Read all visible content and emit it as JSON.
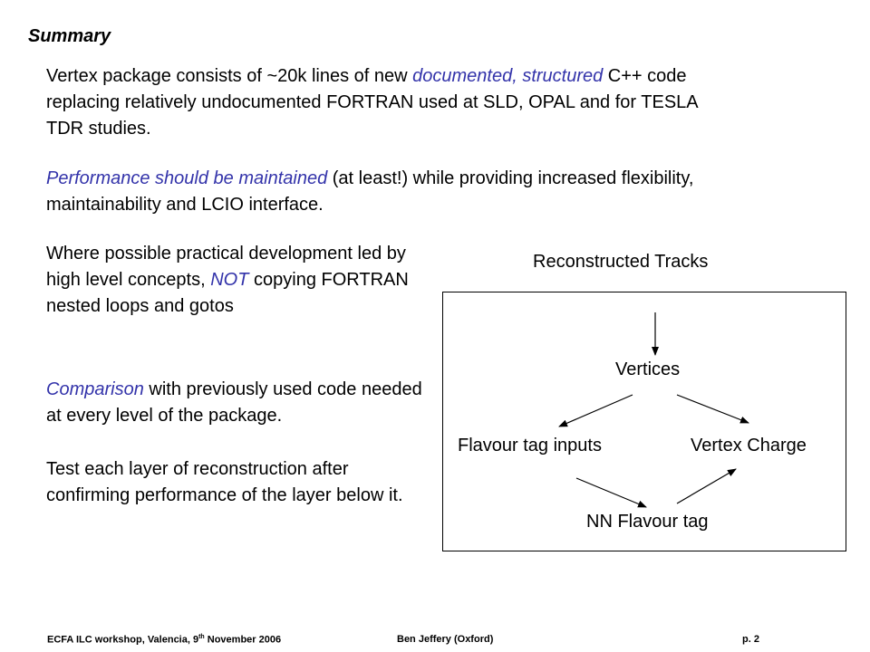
{
  "slide": {
    "title": "Summary",
    "paragraphs": {
      "p1": {
        "a": "Vertex package consists of ~20k lines of new ",
        "hl": "documented, structured",
        "b": " C++ code replacing relatively undocumented FORTRAN used at SLD, OPAL and for TESLA TDR studies."
      },
      "p2": {
        "hl": "Performance should be maintained",
        "b": " (at least!) while providing increased flexibility, maintainability and LCIO interface."
      },
      "p3": {
        "a": "Where possible practical development led by high level concepts, ",
        "hl": "NOT",
        "b": " copying FORTRAN nested loops and gotos"
      },
      "p4": {
        "hl": "Comparison",
        "b": " with previously used code needed at every level of the package."
      },
      "p5": {
        "a": "Test each layer of reconstruction after confirming performance of the layer below it."
      }
    },
    "diagram": {
      "title": "Reconstructed Tracks",
      "nodes": {
        "vertices": "Vertices",
        "flavour_inputs": "Flavour tag inputs",
        "vertex_charge": "Vertex Charge",
        "nn_flavour": "NN Flavour tag"
      }
    },
    "footer": {
      "left_prefix": "ECFA ILC workshop, Valencia, 9",
      "left_sup": "th",
      "left_suffix": " November  2006",
      "middle": "Ben Jeffery (Oxford)",
      "right": "p. 2"
    },
    "colors": {
      "highlight": "#3333aa",
      "text": "#000000",
      "background": "#ffffff"
    }
  }
}
